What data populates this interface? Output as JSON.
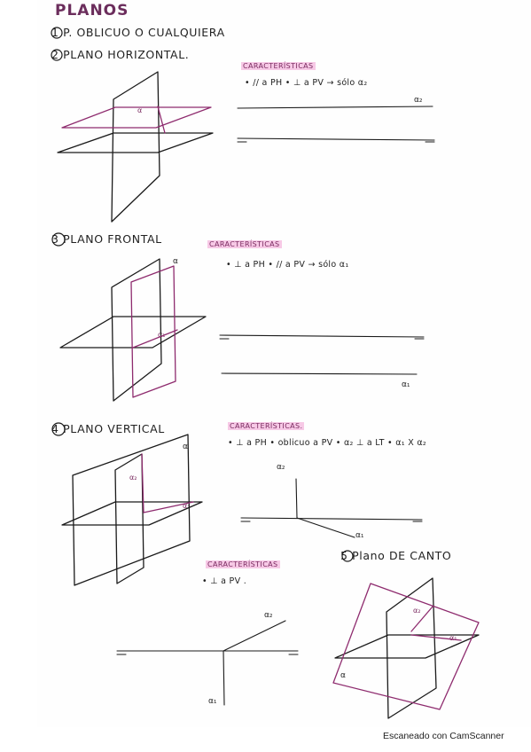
{
  "title": "PLANOS",
  "items": {
    "oblique": "1 P. OBLICUO O CUALQUIERA",
    "horizontal": "2 PLANO HORIZONTAL.",
    "frontal": "3 PLANO FRONTAL",
    "vertical": "4 PLANO VERTICAL",
    "canto": "5 Plano DE CANTO"
  },
  "sections": {
    "horizontal": {
      "header": "CARACTERÍSTICAS",
      "text": "• // a PH   • ⊥ a PV   → sólo α₂",
      "alpha2": "α₂",
      "alpha_fig": "α"
    },
    "frontal": {
      "header": "CARACTERÍSTICAS",
      "text": "• ⊥ a PH   • // a PV   → sólo α₁",
      "alpha1": "α₁",
      "alpha_fig": "α",
      "alpha1_fig": "α₁"
    },
    "vertical": {
      "header": "CARACTERÍSTICAS.",
      "text": "• ⊥ a PH  • oblicuo a PV  • α₂ ⊥ a LT  • α₁ X α₂",
      "alpha2": "α₂",
      "alpha1": "α₁",
      "alpha_fig": "α",
      "alpha2_fig": "α₂",
      "alpha1_fig": "α₁"
    },
    "canto": {
      "header": "CARACTERÍSTICAS",
      "text": "• ⊥ a PV .",
      "alpha2": "α₂",
      "alpha1": "α₁",
      "alpha_fig": "α",
      "alpha2_fig": "α₂",
      "alpha1_fig": "α₁"
    }
  },
  "footer": "Escaneado con CamScanner",
  "colors": {
    "ink": "#1a1a1a",
    "accent": "#8e2b6e",
    "highlight": "#f7c9e6"
  }
}
